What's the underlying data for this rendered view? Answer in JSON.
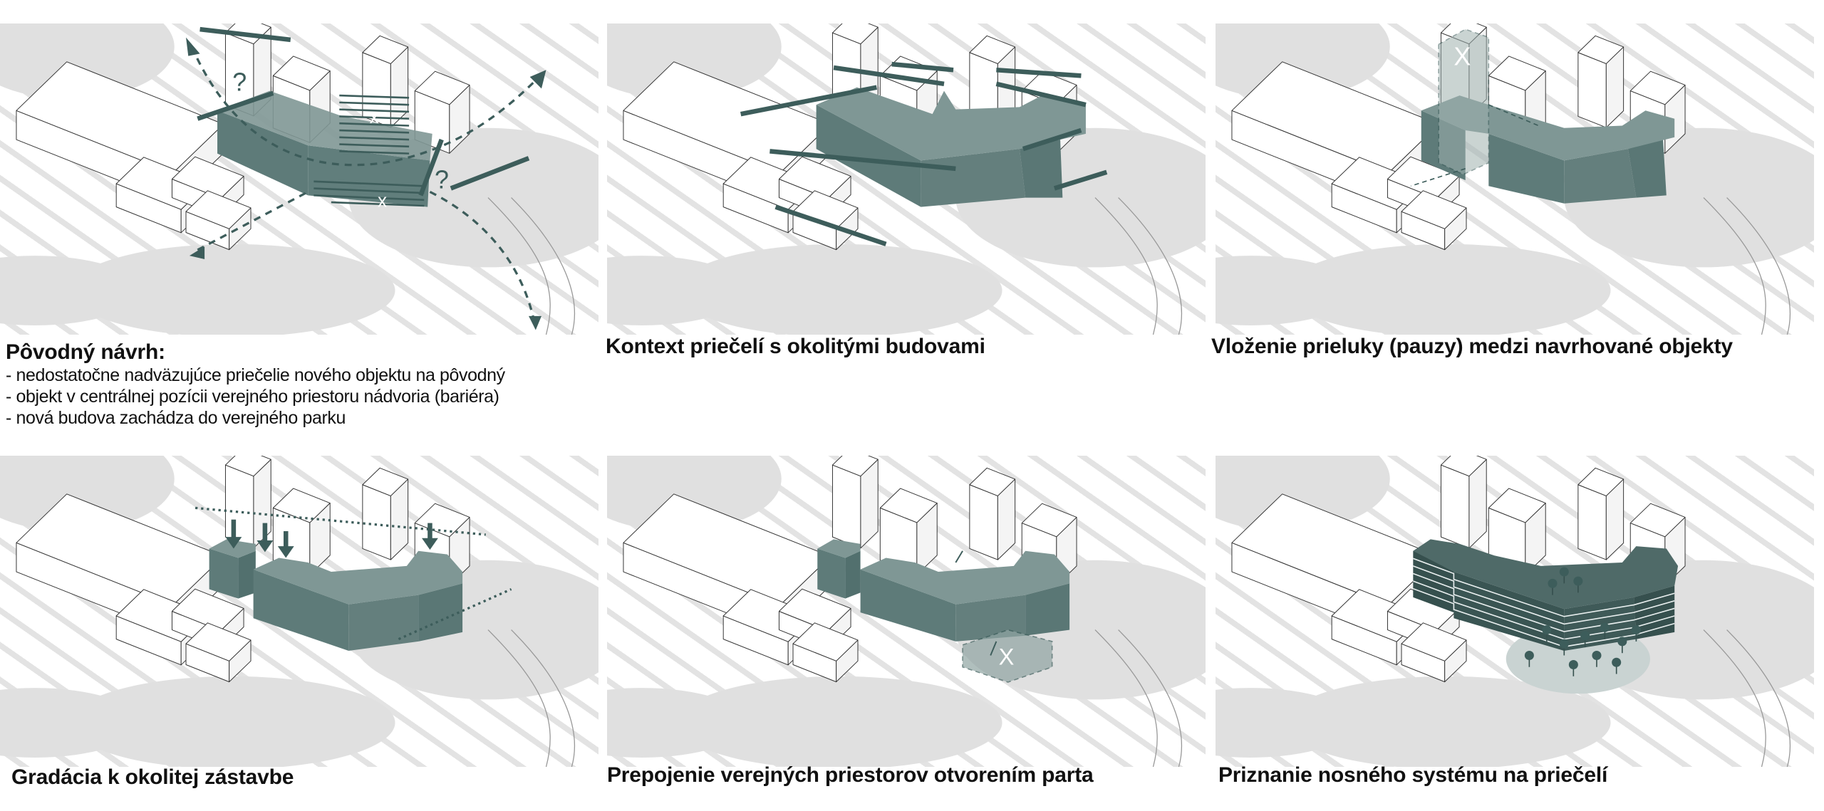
{
  "colors": {
    "accent": "#5e7b79",
    "accent_dark": "#3d5d5b",
    "ground": "#e3e3e3",
    "building": "#ffffff"
  },
  "panels": [
    {
      "caption": "Pôvodný návrh:",
      "annotations": {
        "q1": "?",
        "q2": "?",
        "x1": "x",
        "x2": "x"
      }
    },
    {
      "caption": "Kontext priečelí s okolitými budovami"
    },
    {
      "caption": "Vloženie prieluky (pauzy) medzi navrhované objekty",
      "annotations": {
        "x": "X"
      }
    },
    {
      "caption": "Gradácia k okolitej zástavbe"
    },
    {
      "caption": "Prepojenie verejných priestorov otvorením parta",
      "annotations": {
        "x": "X"
      }
    },
    {
      "caption": "Priznanie nosného systému na priečelí"
    }
  ],
  "intro_bullets": [
    "- nedostatočne nadväzujúce priečelie nového objektu na pôvodný",
    "- objekt v centrálnej pozícii verejného priestoru nádvoria (bariéra)",
    "- nová budova zachádza do verejného parku"
  ]
}
